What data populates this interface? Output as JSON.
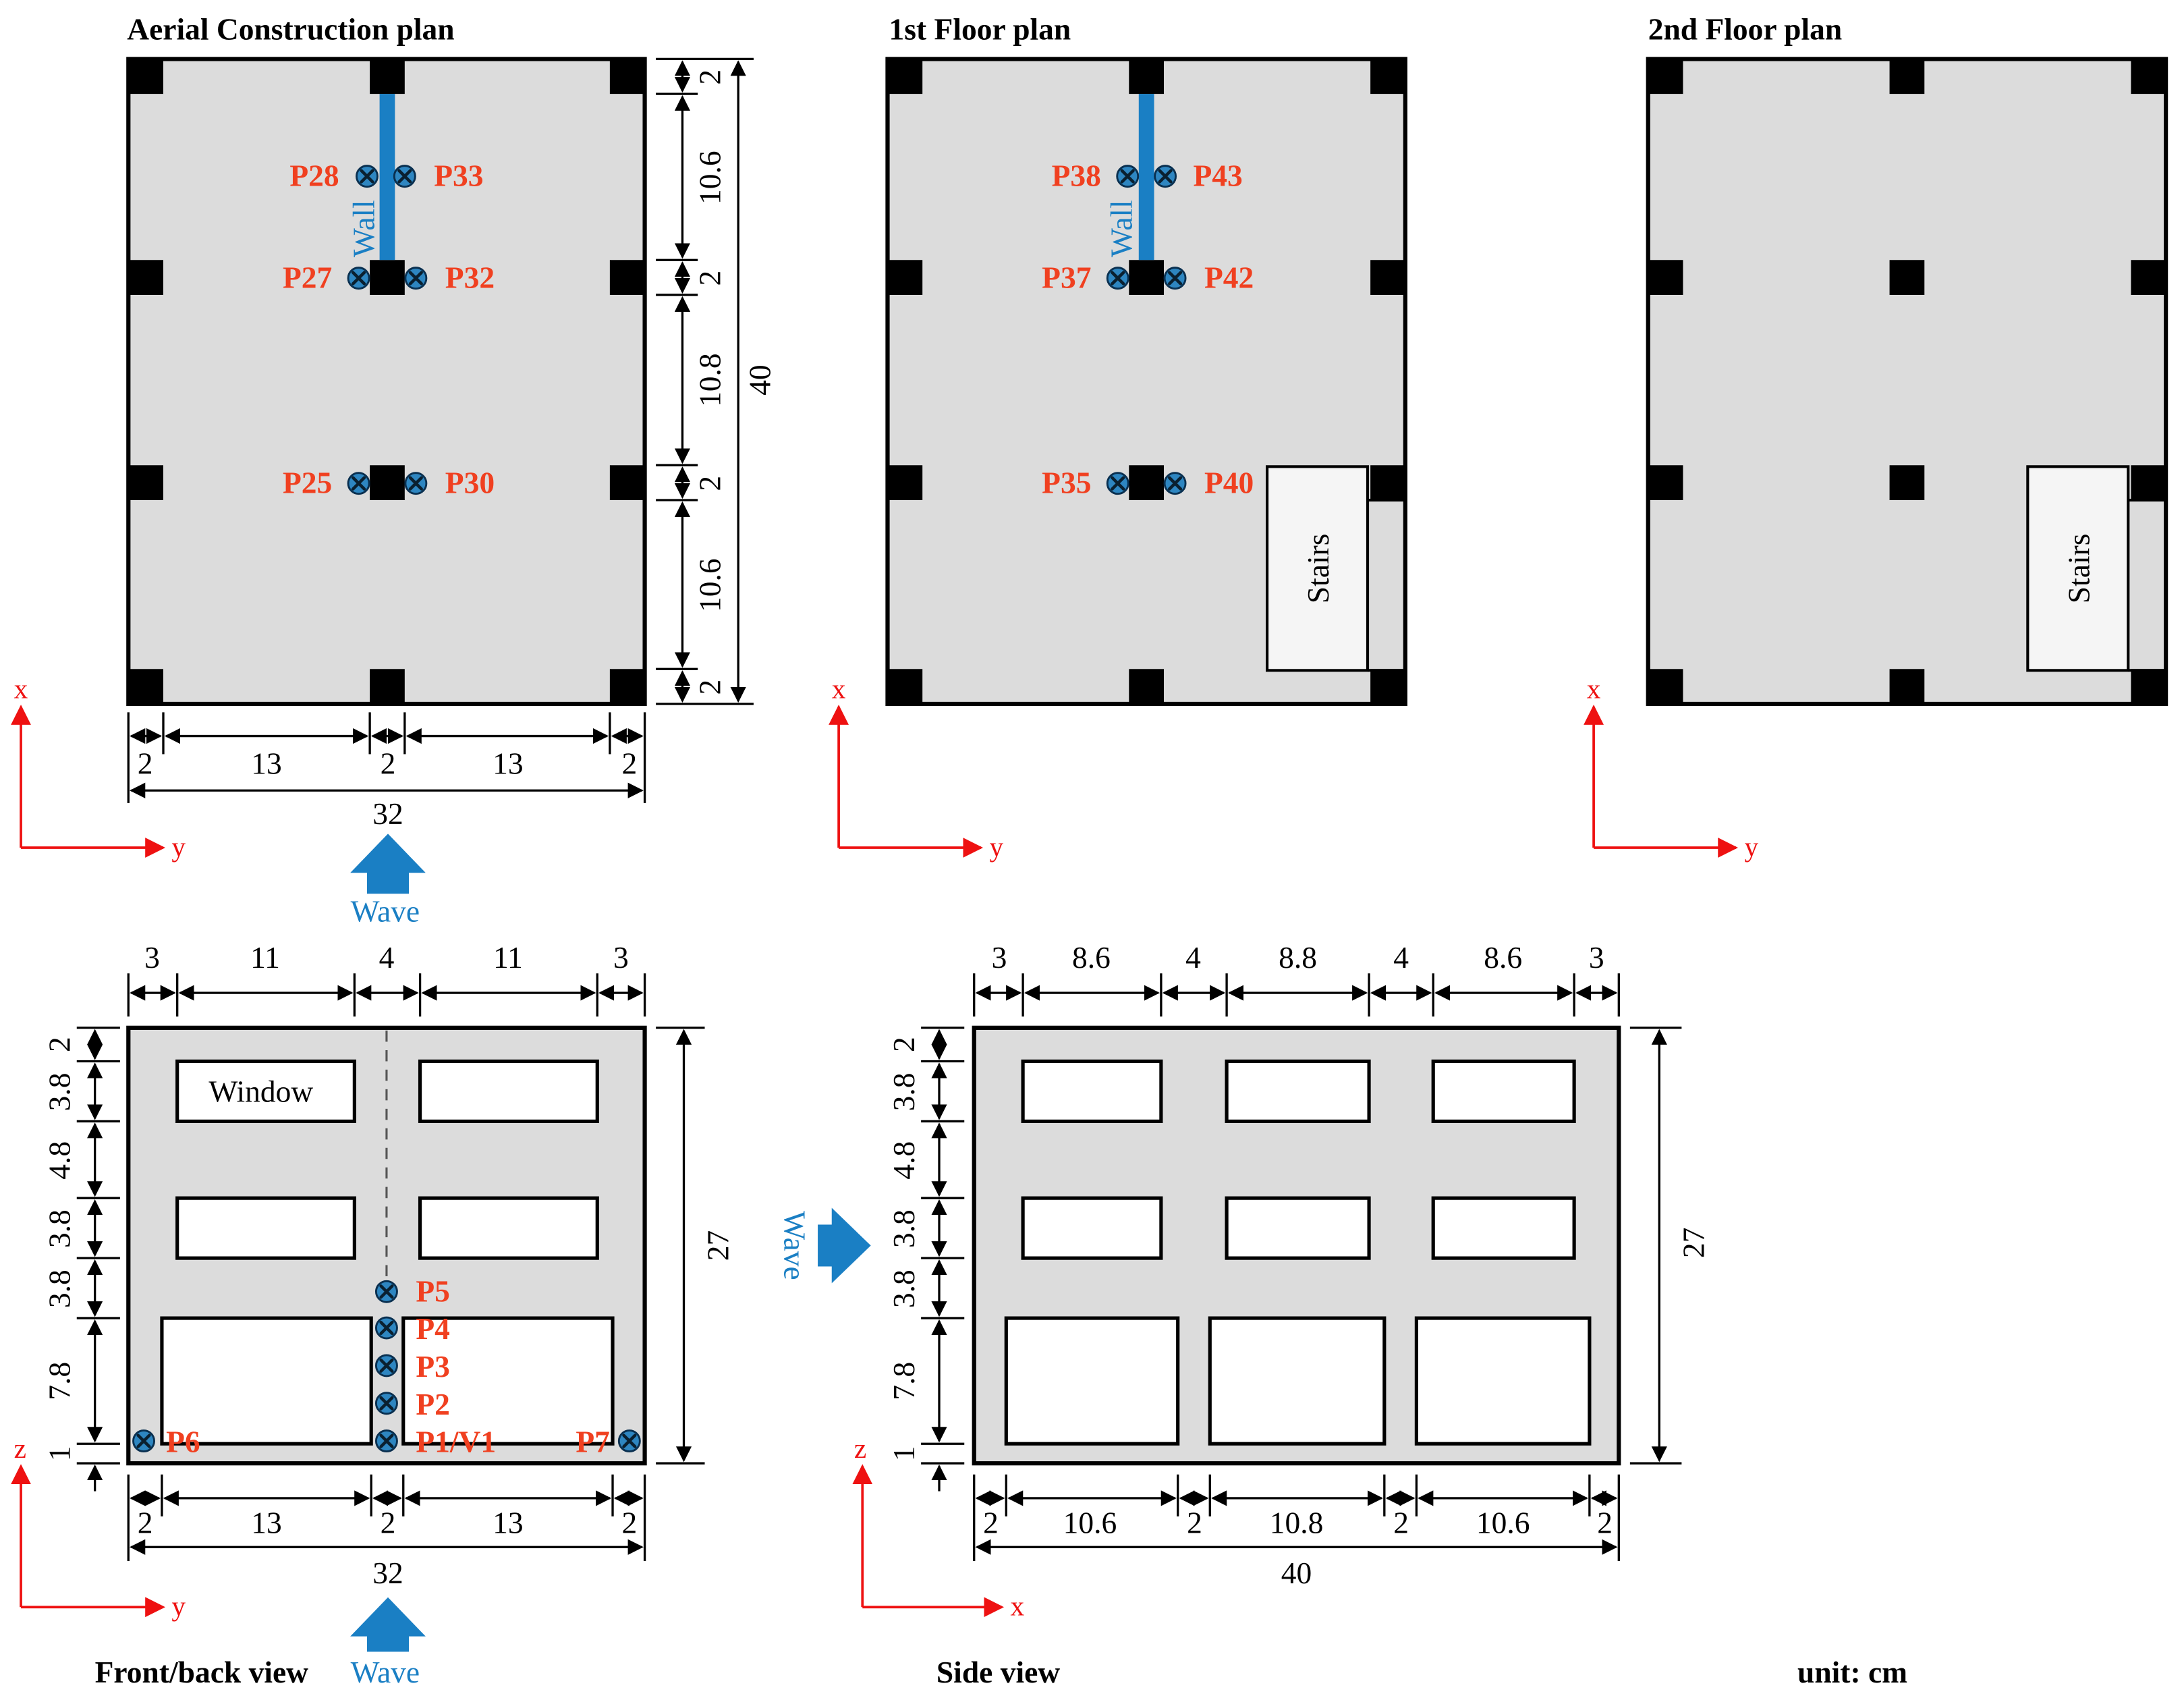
{
  "colors": {
    "slab": "#dcdcdc",
    "column": "#000000",
    "wall": "#1a7fc4",
    "wave": "#1a7fc4",
    "probe_text": "#f04020",
    "probe_marker": "#2e86c1",
    "axis": "#ee1111",
    "stairs_fill": "#f5f5f5"
  },
  "titles": {
    "aerial": "Aerial Construction plan",
    "floor1": "1st Floor plan",
    "floor2": "2nd Floor plan",
    "front": "Front/back view",
    "side": "Side view",
    "unit": "unit: cm"
  },
  "labels": {
    "wall": "Wall",
    "stairs": "Stairs",
    "window": "Window",
    "wave": "Wave"
  },
  "axes": {
    "x": "x",
    "y": "y",
    "z": "z"
  },
  "probes": {
    "aerial": [
      "P28",
      "P33",
      "P27",
      "P32",
      "P25",
      "P30"
    ],
    "floor1": [
      "P38",
      "P43",
      "P37",
      "P42",
      "P35",
      "P40"
    ],
    "front": [
      "P5",
      "P4",
      "P3",
      "P2",
      "P1/V1",
      "P6",
      "P7"
    ]
  },
  "dimensions": {
    "plan_width_parts": [
      "2",
      "13",
      "2",
      "13",
      "2"
    ],
    "plan_width_total": "32",
    "plan_length_parts": [
      "2",
      "10.6",
      "2",
      "10.8",
      "2",
      "10.6",
      "2"
    ],
    "plan_length_total": "40",
    "front_top_parts": [
      "3",
      "11",
      "4",
      "11",
      "3"
    ],
    "front_left_parts": [
      "2",
      "3.8",
      "4.8",
      "3.8",
      "3.8",
      "7.8",
      "1"
    ],
    "front_height_total": "27",
    "front_bottom_parts": [
      "2",
      "13",
      "2",
      "13",
      "2"
    ],
    "front_bottom_total": "32",
    "side_top_parts": [
      "3",
      "8.6",
      "4",
      "8.8",
      "4",
      "8.6",
      "3"
    ],
    "side_left_parts": [
      "2",
      "3.8",
      "4.8",
      "3.8",
      "3.8",
      "7.8",
      "1"
    ],
    "side_height_total": "27",
    "side_bottom_parts": [
      "2",
      "10.6",
      "2",
      "10.8",
      "2",
      "10.6",
      "2"
    ],
    "side_bottom_total": "40"
  }
}
